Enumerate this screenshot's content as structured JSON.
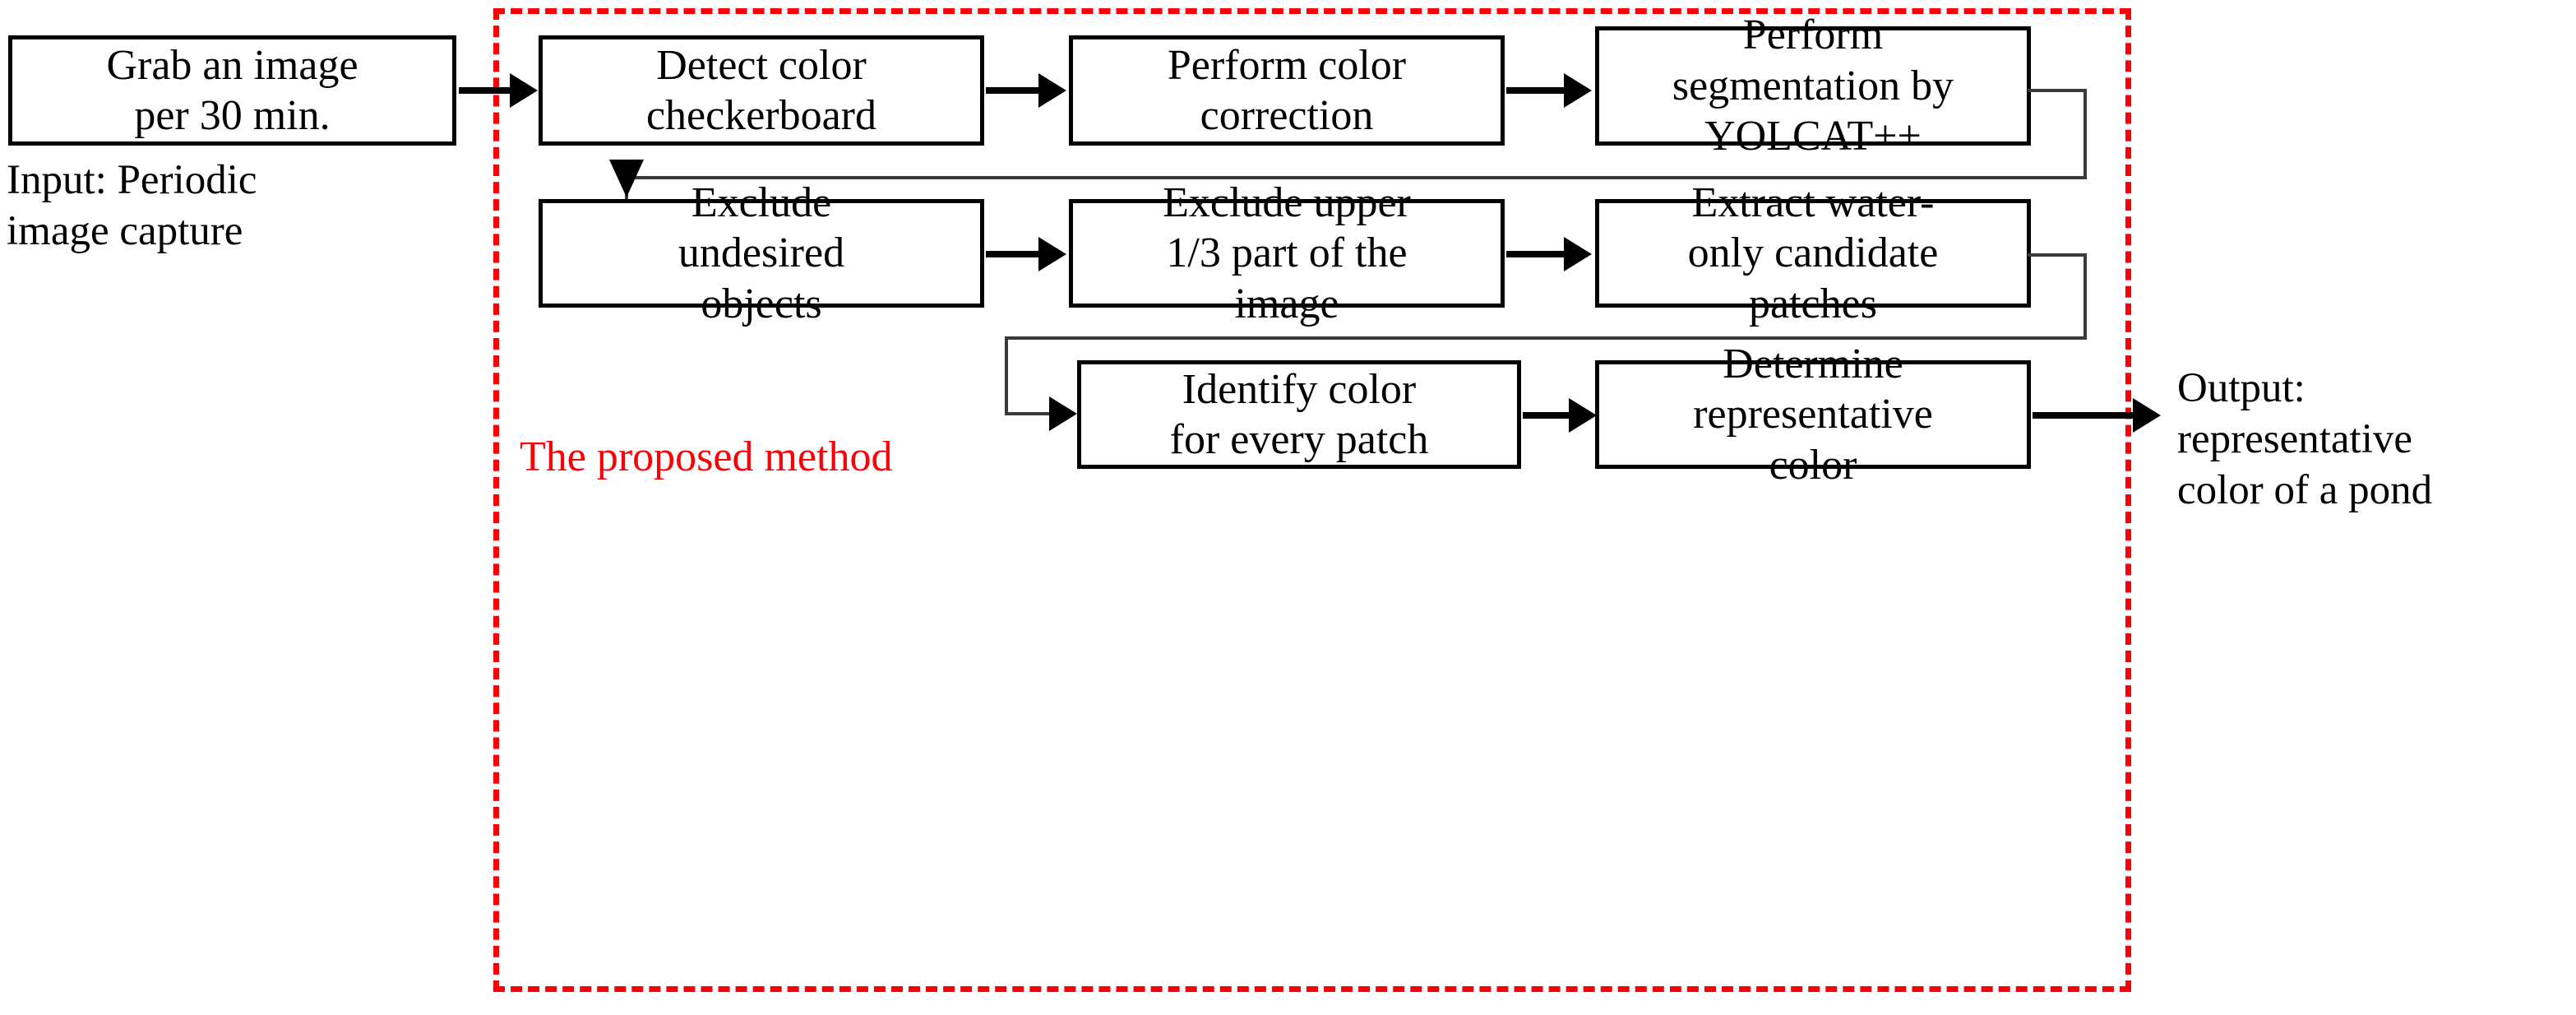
{
  "diagram": {
    "title_region_label": "The proposed method",
    "accent_color": "#fb0007",
    "line_color": "#000000",
    "input_caption": "Input: Periodic\nimage capture",
    "output_caption": "Output:\nrepresentative\ncolor of a pond",
    "nodes": [
      {
        "id": "input-node",
        "label": "Grab an image\nper 30 min."
      },
      {
        "id": "detect-checkerboard",
        "label": "Detect color\ncheckerboard"
      },
      {
        "id": "color-correction",
        "label": "Perform color\ncorrection"
      },
      {
        "id": "segmentation",
        "label": "Perform\nsegmentation by\nYOLCAT++"
      },
      {
        "id": "exclude-objects",
        "label": "Exclude\nundesired\nobjects"
      },
      {
        "id": "exclude-upper-third",
        "label": "Exclude upper\n1/3 part of the\nimage"
      },
      {
        "id": "extract-patches",
        "label": "Extract water-\nonly candidate\npatches"
      },
      {
        "id": "identify-color",
        "label": "Identify color\nfor every patch"
      },
      {
        "id": "determine-color",
        "label": "Determine\nrepresentative\ncolor"
      }
    ],
    "edges": [
      {
        "from": "input-node",
        "to": "detect-checkerboard",
        "style": "straight"
      },
      {
        "from": "detect-checkerboard",
        "to": "color-correction",
        "style": "straight"
      },
      {
        "from": "color-correction",
        "to": "segmentation",
        "style": "straight"
      },
      {
        "from": "segmentation",
        "to": "exclude-objects",
        "style": "elbow-wrap-down"
      },
      {
        "from": "exclude-objects",
        "to": "exclude-upper-third",
        "style": "straight"
      },
      {
        "from": "exclude-upper-third",
        "to": "extract-patches",
        "style": "straight"
      },
      {
        "from": "extract-patches",
        "to": "identify-color",
        "style": "elbow-wrap-down"
      },
      {
        "from": "identify-color",
        "to": "determine-color",
        "style": "straight"
      },
      {
        "from": "determine-color",
        "to": "output-caption",
        "style": "straight"
      }
    ]
  }
}
